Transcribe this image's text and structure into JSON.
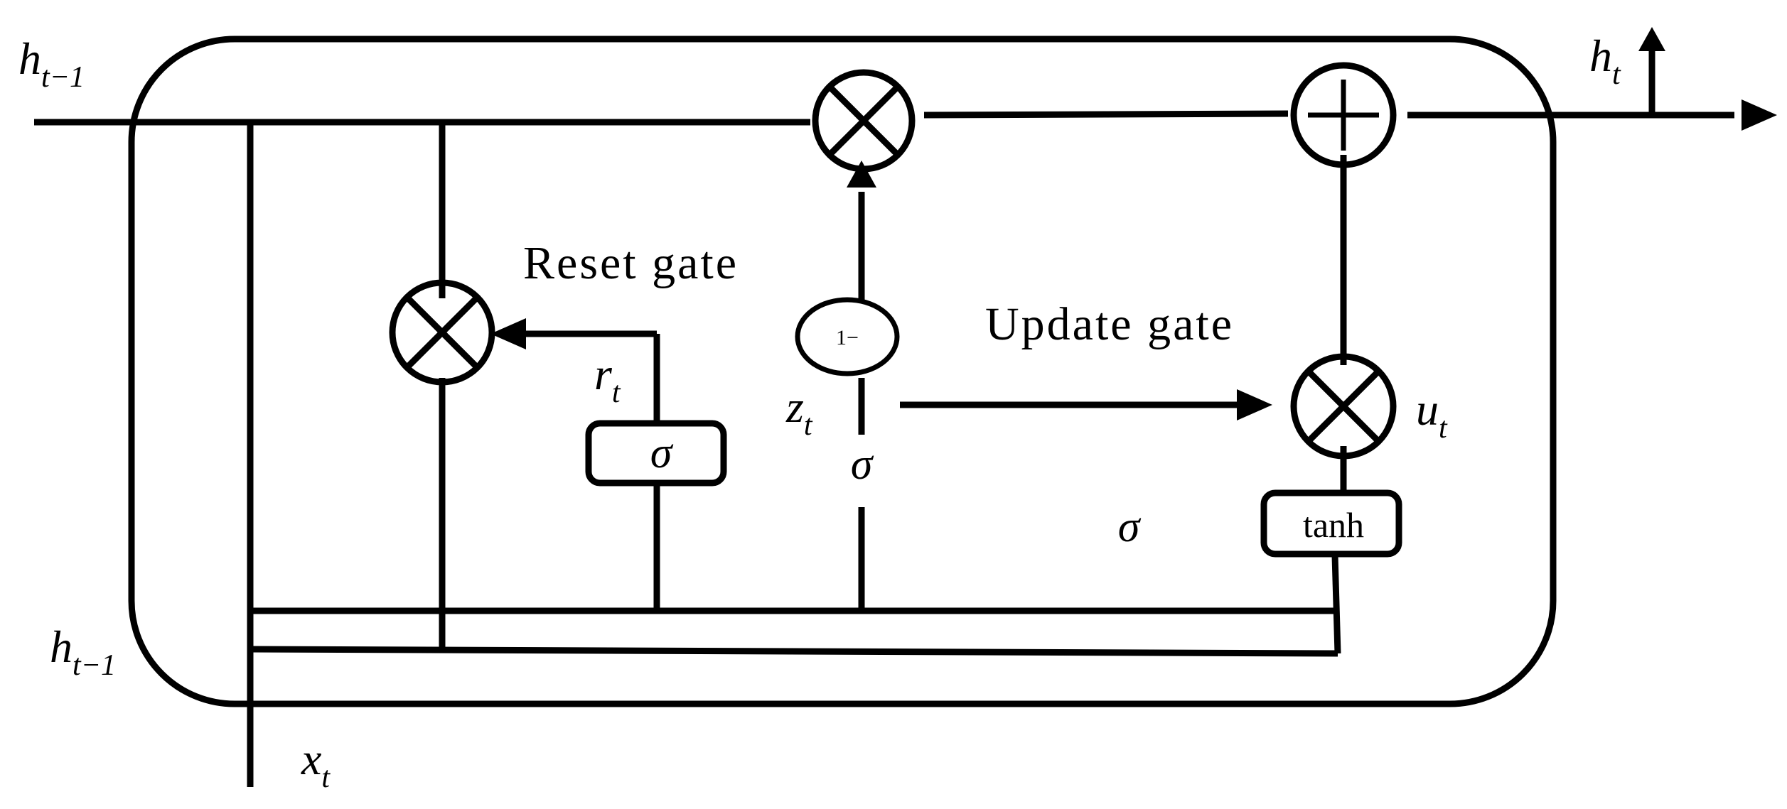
{
  "diagram": {
    "labels": {
      "reset_gate": "Reset gate",
      "update_gate": "Update gate"
    },
    "variables": {
      "h_prev_top": {
        "base": "h",
        "sub": "t−1"
      },
      "h_prev_bottom": {
        "base": "h",
        "sub": "t−1"
      },
      "h_out": {
        "base": "h",
        "sub": "t"
      },
      "x_in": {
        "base": "x",
        "sub": "t"
      },
      "r": {
        "base": "r",
        "sub": "t"
      },
      "z": {
        "base": "z",
        "sub": "t"
      },
      "u": {
        "base": "u",
        "sub": "t"
      }
    },
    "nodes": {
      "sigma_reset": "σ",
      "sigma_update": "σ",
      "sigma_extra": "σ",
      "tanh": "tanh",
      "one_minus": "1−"
    }
  }
}
